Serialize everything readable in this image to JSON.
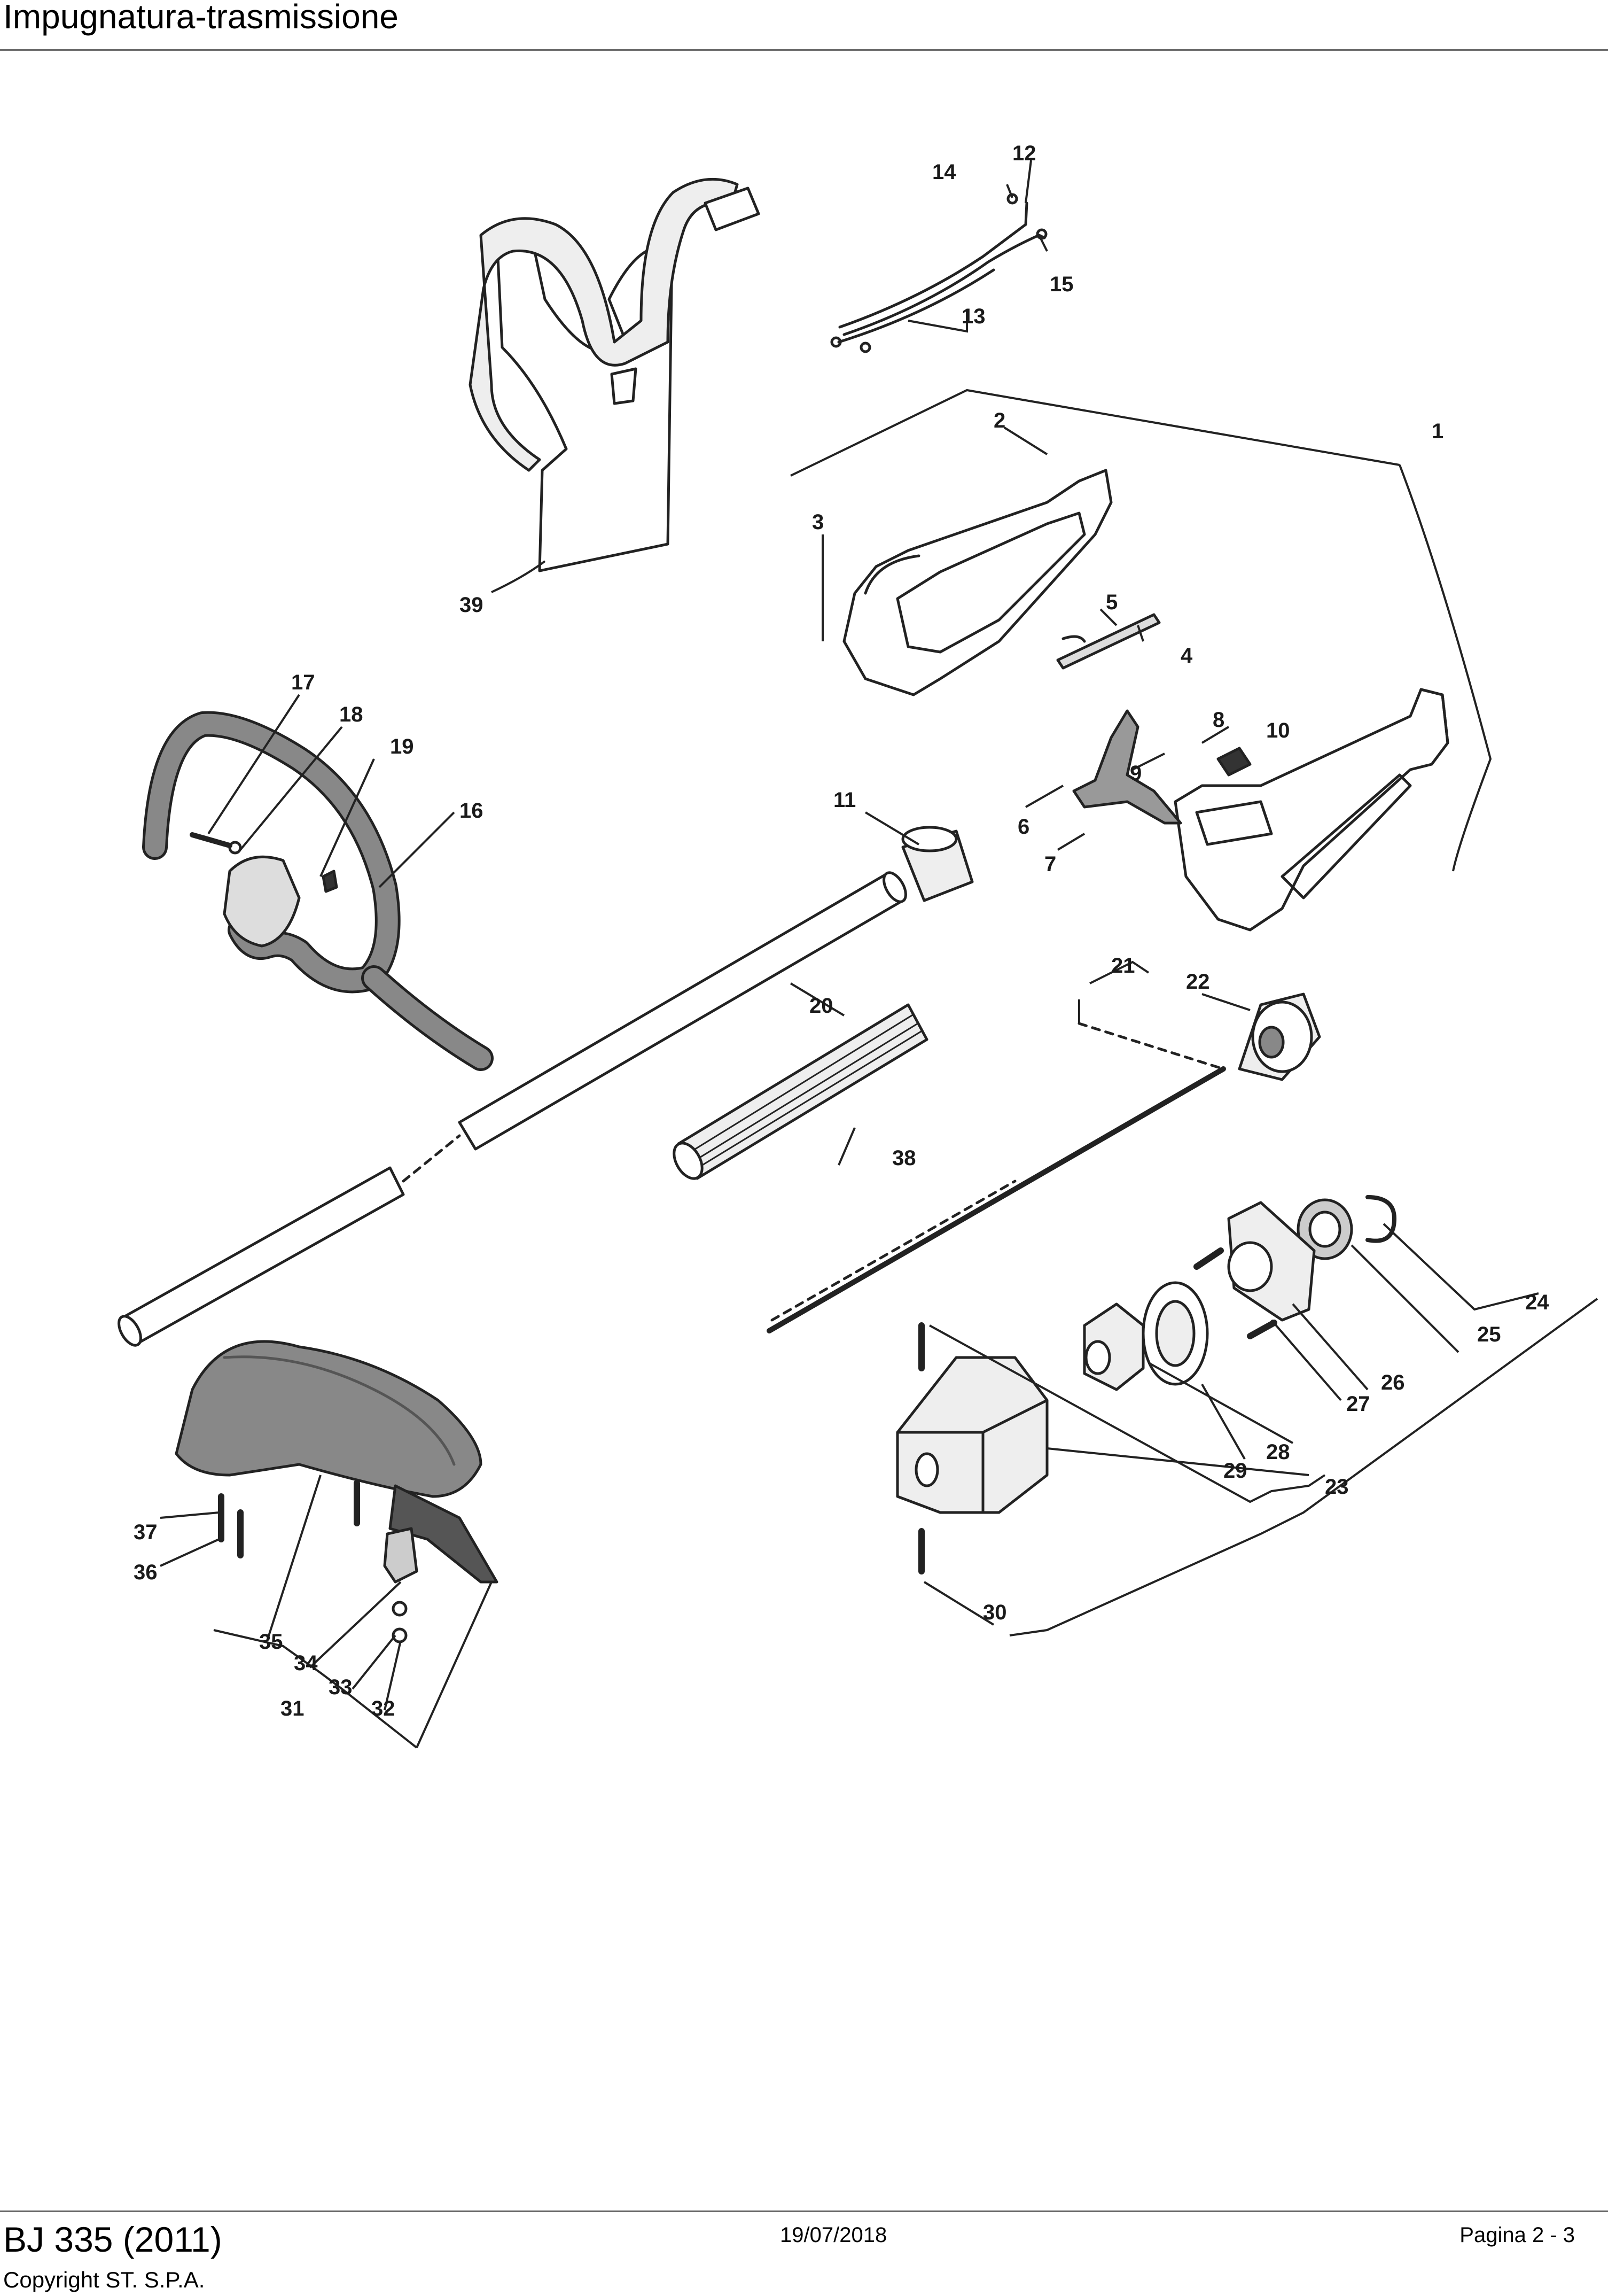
{
  "header": {
    "title": "Impugnatura-trasmissione"
  },
  "callouts": {
    "c1": "1",
    "c2": "2",
    "c3": "3",
    "c4": "4",
    "c5": "5",
    "c6": "6",
    "c7": "7",
    "c8": "8",
    "c9": "9",
    "c10": "10",
    "c11": "11",
    "c12": "12",
    "c13": "13",
    "c14": "14",
    "c15": "15",
    "c16": "16",
    "c17": "17",
    "c18": "18",
    "c19": "19",
    "c20": "20",
    "c21": "21",
    "c22": "22",
    "c23": "23",
    "c24": "24",
    "c25": "25",
    "c26": "26",
    "c27": "27",
    "c28": "28",
    "c29": "29",
    "c30": "30",
    "c31": "31",
    "c32": "32",
    "c33": "33",
    "c34": "34",
    "c35": "35",
    "c36": "36",
    "c37": "37",
    "c38": "38",
    "c39": "39"
  },
  "footer": {
    "model": "BJ 335 (2011)",
    "copyright": "Copyright ST. S.P.A.",
    "date": "19/07/2018",
    "page": "Pagina 2 - 3"
  }
}
